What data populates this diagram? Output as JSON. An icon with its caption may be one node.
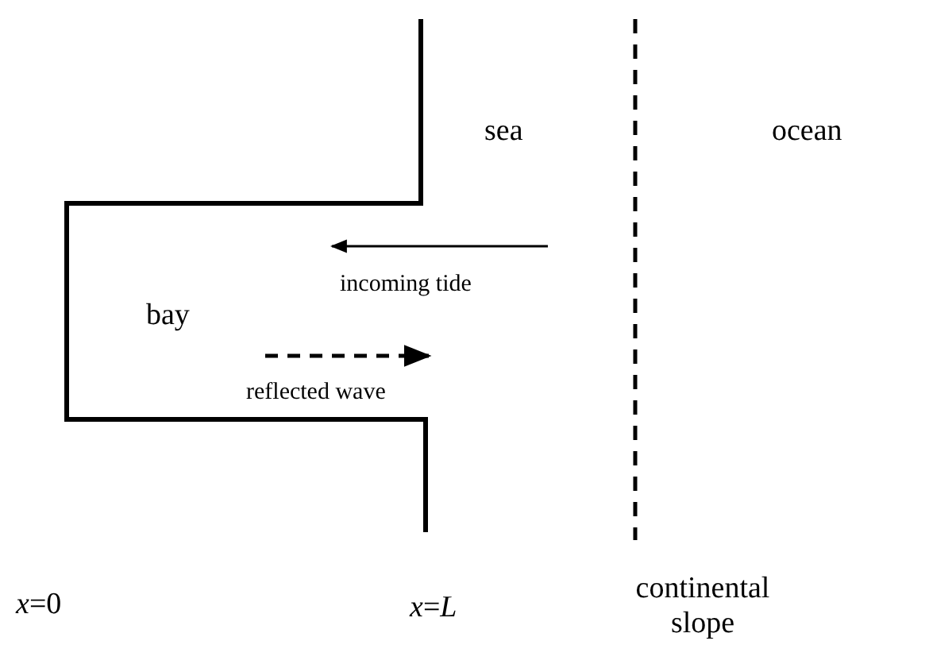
{
  "diagram": {
    "labels": [
      "sea",
      "ocean",
      "incoming tide",
      "bay",
      "reflected wave",
      "*x*=0",
      "*x*=*L*",
      "continental slope"
    ]
  }
}
